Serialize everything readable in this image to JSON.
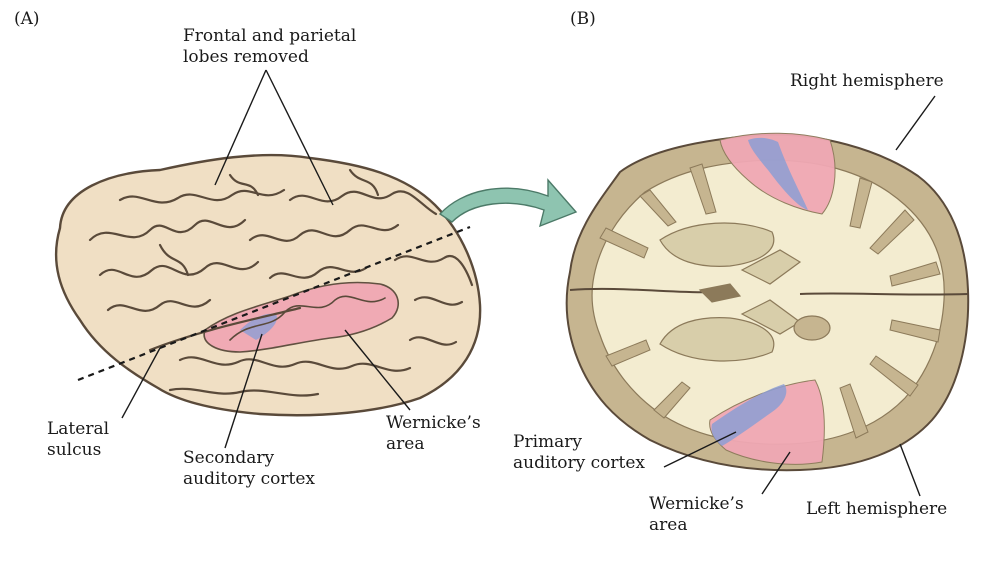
{
  "panels": {
    "a": {
      "panel_label": "(A)",
      "top_label_line1": "Frontal and parietal",
      "top_label_line2": "lobes removed",
      "lateral_sulcus_line1": "Lateral",
      "lateral_sulcus_line2": "sulcus",
      "secondary_line1": "Secondary",
      "secondary_line2": "auditory cortex",
      "wernicke_line1": "Wernicke’s",
      "wernicke_line2": "area"
    },
    "b": {
      "panel_label": "(B)",
      "right_hemisphere": "Right hemisphere",
      "primary_line1": "Primary",
      "primary_line2": "auditory cortex",
      "wernicke_line1": "Wernicke’s",
      "wernicke_line2": "area",
      "left_hemisphere": "Left hemisphere"
    }
  },
  "colors": {
    "cortex_lateral": "#f0dfc4",
    "gyrus_outline": "#5a4a3a",
    "white_matter": "#f3ecd0",
    "gray_matter": "#c6b590",
    "deep_nuclei": "#d8ceaa",
    "wernicke_pink": "#f0a8b4",
    "primary_auditory_blue": "#8c9ed4",
    "arrow_green": "#8ec4b0"
  }
}
